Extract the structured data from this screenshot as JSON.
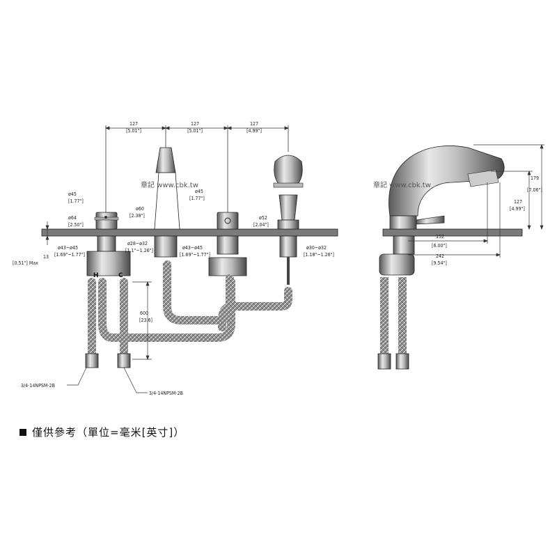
{
  "watermark": "章記 www.cbk.tw",
  "note": "僅供參考（單位=毫米[英寸]）",
  "front_view": {
    "dims_top": [
      "127",
      "[5.01\"]",
      "127",
      "[5.01\"]",
      "127",
      "[4.99\"]"
    ],
    "d45_left": [
      "ø45",
      "[1.77\"]"
    ],
    "d64": [
      "ø64",
      "[2.50\"]"
    ],
    "d60": [
      "ø60",
      "[2.38\"]"
    ],
    "d45_mid": [
      "ø45",
      "[1.77\"]"
    ],
    "d52": [
      "ø52",
      "[2.04\"]"
    ],
    "deck_max": [
      "13",
      "[0.51\"] Max"
    ],
    "hole_left": [
      "ø43~ø45",
      "[1.69\"~1.77\"]"
    ],
    "hole_spout": [
      "ø28~ø32",
      "[1.1\"~1.26\"]"
    ],
    "hole_mid": [
      "ø43~ø45",
      "[1.69\"~1.77\"]"
    ],
    "hole_right": [
      "ø30~ø32",
      "[1.18\"~1.26\"]"
    ],
    "hose_len": [
      "600",
      "[23.6]"
    ],
    "handle_hot": "H",
    "handle_cold": "C",
    "thread_left": "3/4-14NPSM-2B",
    "thread_right": "3/4-14NPSM-2B"
  },
  "side_view": {
    "height": [
      "179",
      "[7.06\"]"
    ],
    "shower_height": [
      "127",
      "[4.99\"]"
    ],
    "reach_1": [
      "152",
      "[6.00\"]"
    ],
    "reach_2": [
      "242",
      "[9.54\"]"
    ]
  }
}
